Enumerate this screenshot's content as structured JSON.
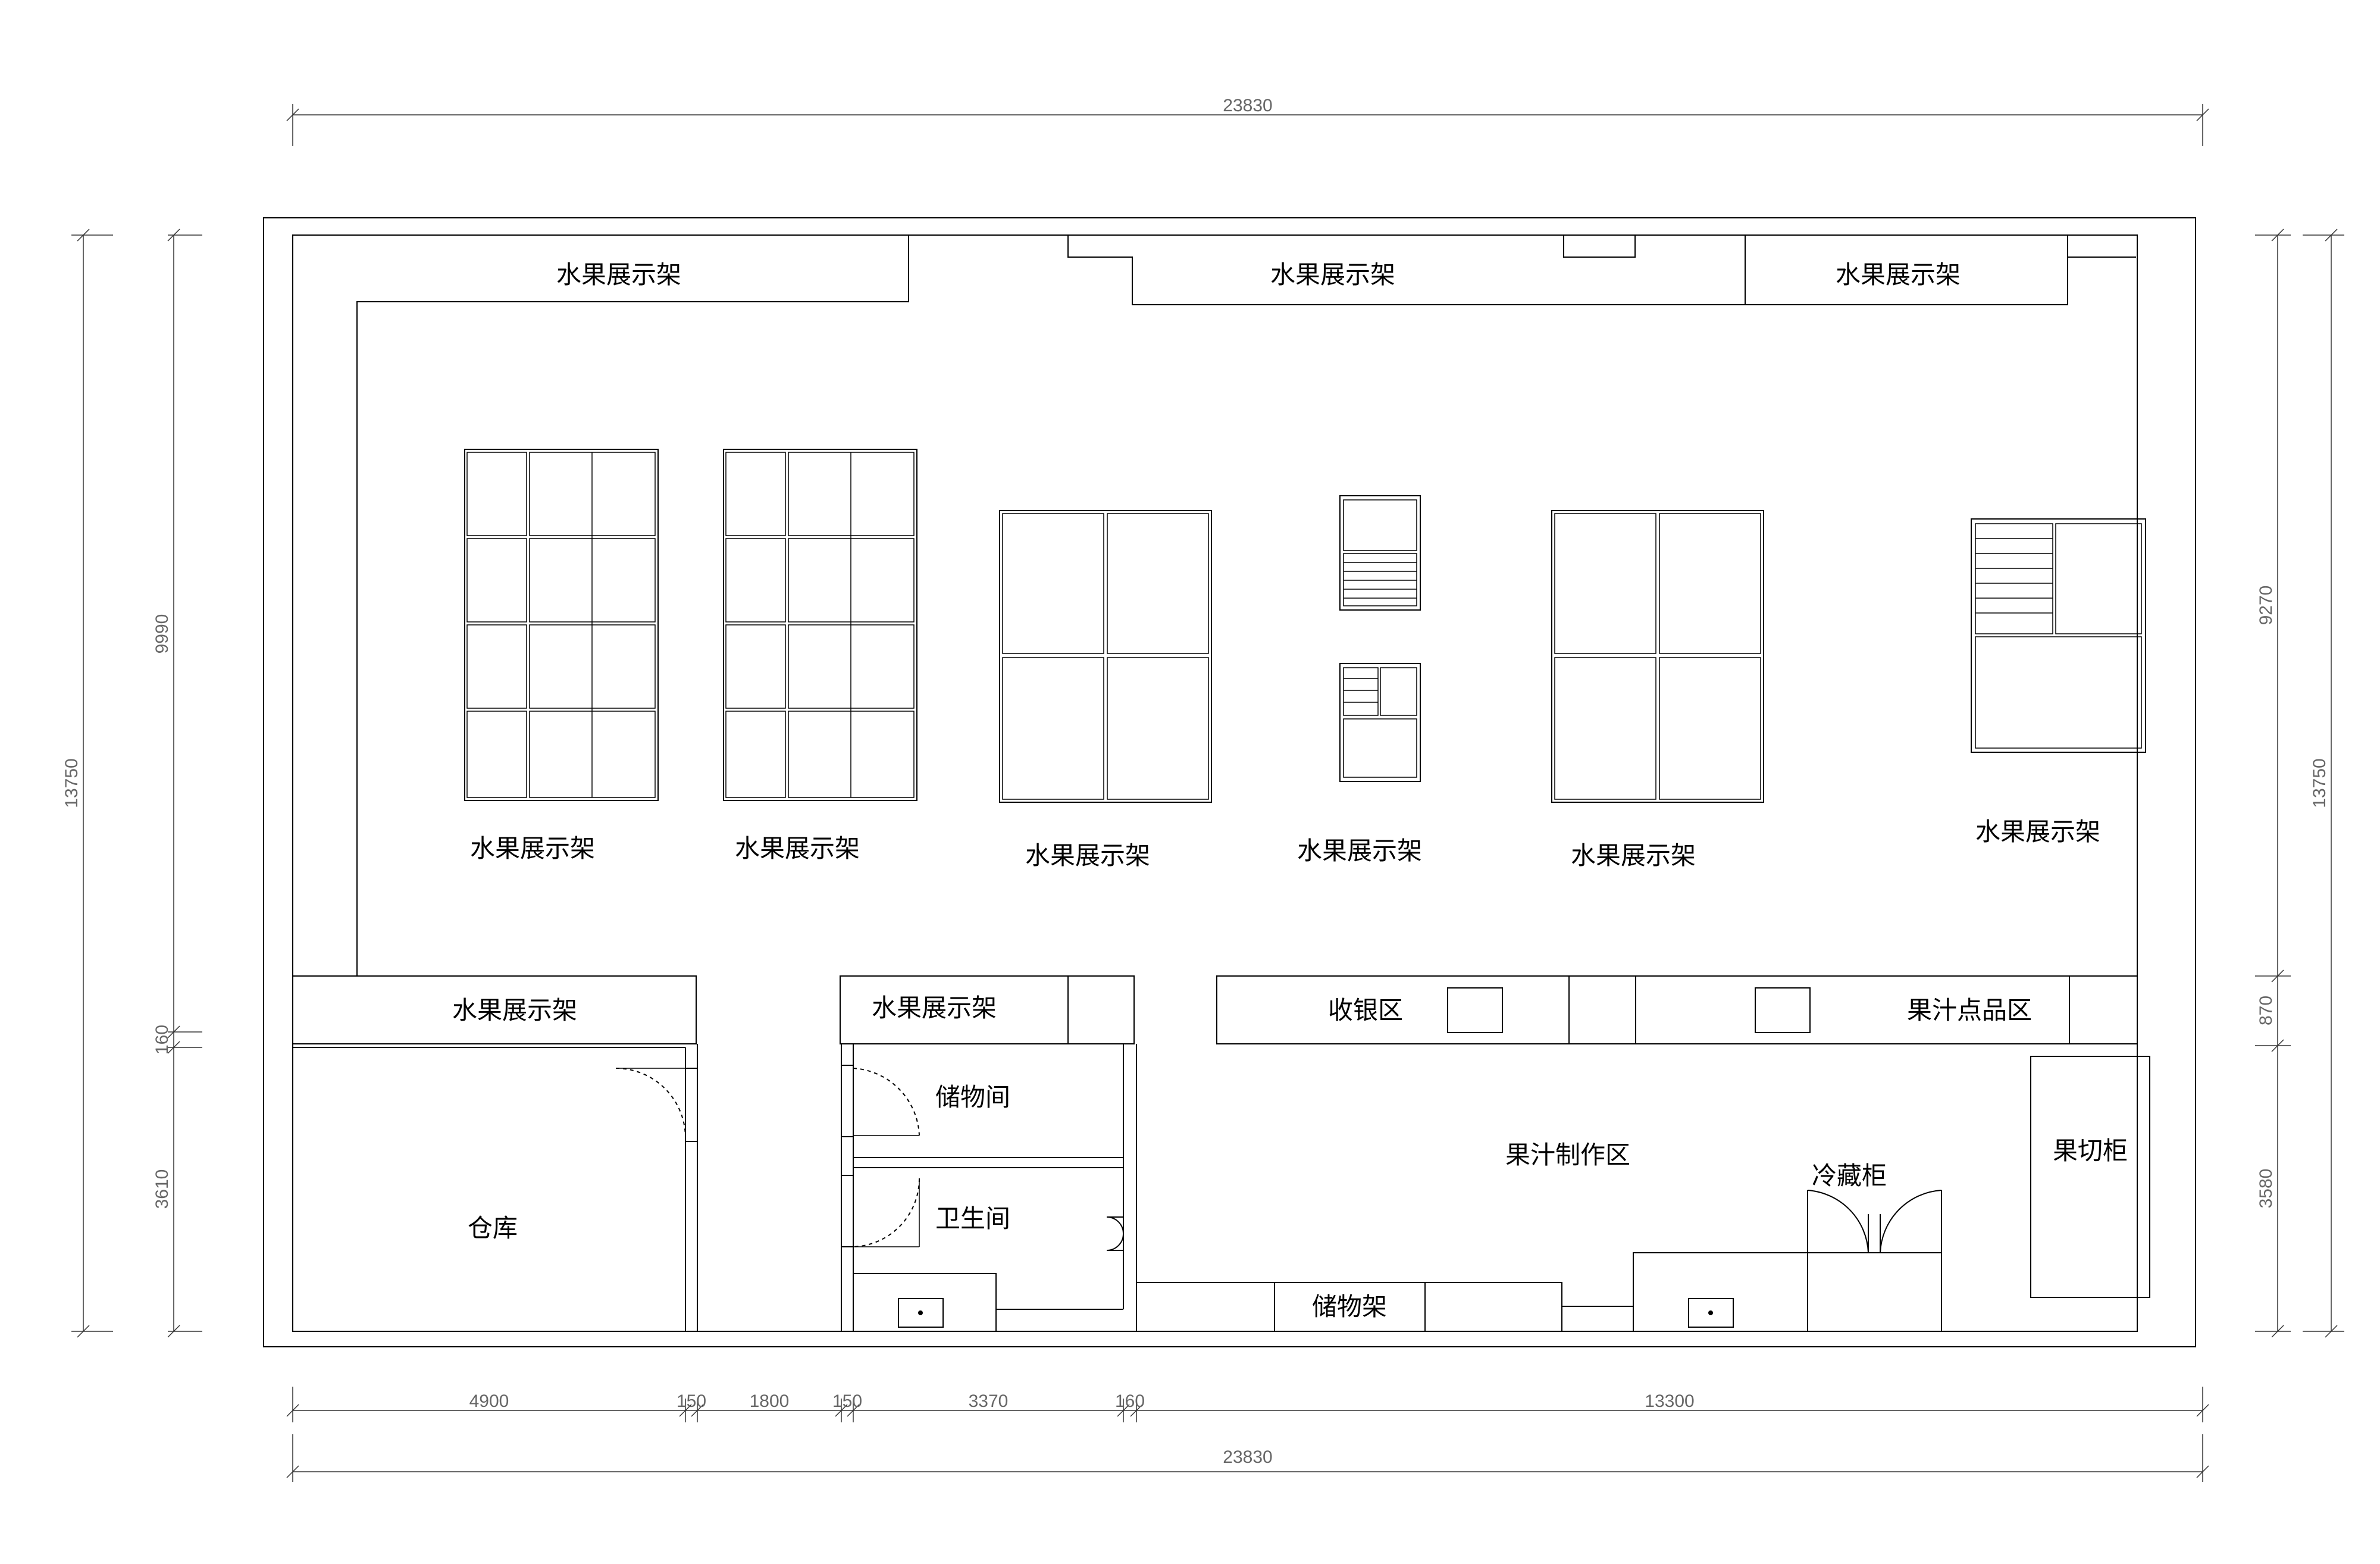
{
  "colors": {
    "line": "#000000",
    "dimension": "#333333",
    "dimension_text": "#666666",
    "background": "#ffffff"
  },
  "dims": {
    "top_total": "23830",
    "bottom_total": "23830",
    "bottom_segments": [
      "4900",
      "150",
      "1800",
      "150",
      "3370",
      "160",
      "13300"
    ],
    "left_outer": "13750",
    "left_upper": "9990",
    "left_mid": "160",
    "left_lower": "3610",
    "right_outer": "13750",
    "right_upper": "9270",
    "right_mid": "870",
    "right_lower": "3580"
  },
  "labels": {
    "top_shelf_1": "水果展示架",
    "top_shelf_2": "水果展示架",
    "top_shelf_3": "水果展示架",
    "island_1": "水果展示架",
    "island_2": "水果展示架",
    "island_3": "水果展示架",
    "island_4": "水果展示架",
    "island_5": "水果展示架",
    "island_6": "水果展示架",
    "lower_shelf_1": "水果展示架",
    "lower_shelf_2": "水果展示架",
    "checkout": "收银区",
    "juice_order": "果汁点品区",
    "storage_room": "储物间",
    "warehouse": "仓库",
    "restroom": "卫生间",
    "juice_making": "果汁制作区",
    "fridge": "冷藏柜",
    "fruit_cut_cabinet": "果切柜",
    "storage_rack": "储物架"
  }
}
